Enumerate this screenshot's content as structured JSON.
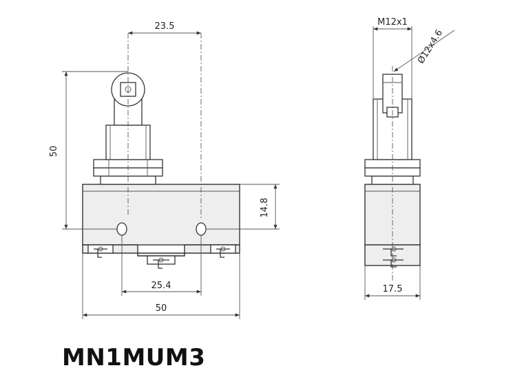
{
  "model": "MN1MUM3",
  "dimensions": {
    "top_width": "23.5",
    "height_total": "50",
    "height_body": "14.8",
    "terminal_spacing": "25.4",
    "bottom_width": "50",
    "side_width": "17.5",
    "thread": "M12x1",
    "roller": "Ø12x4.6"
  }
}
